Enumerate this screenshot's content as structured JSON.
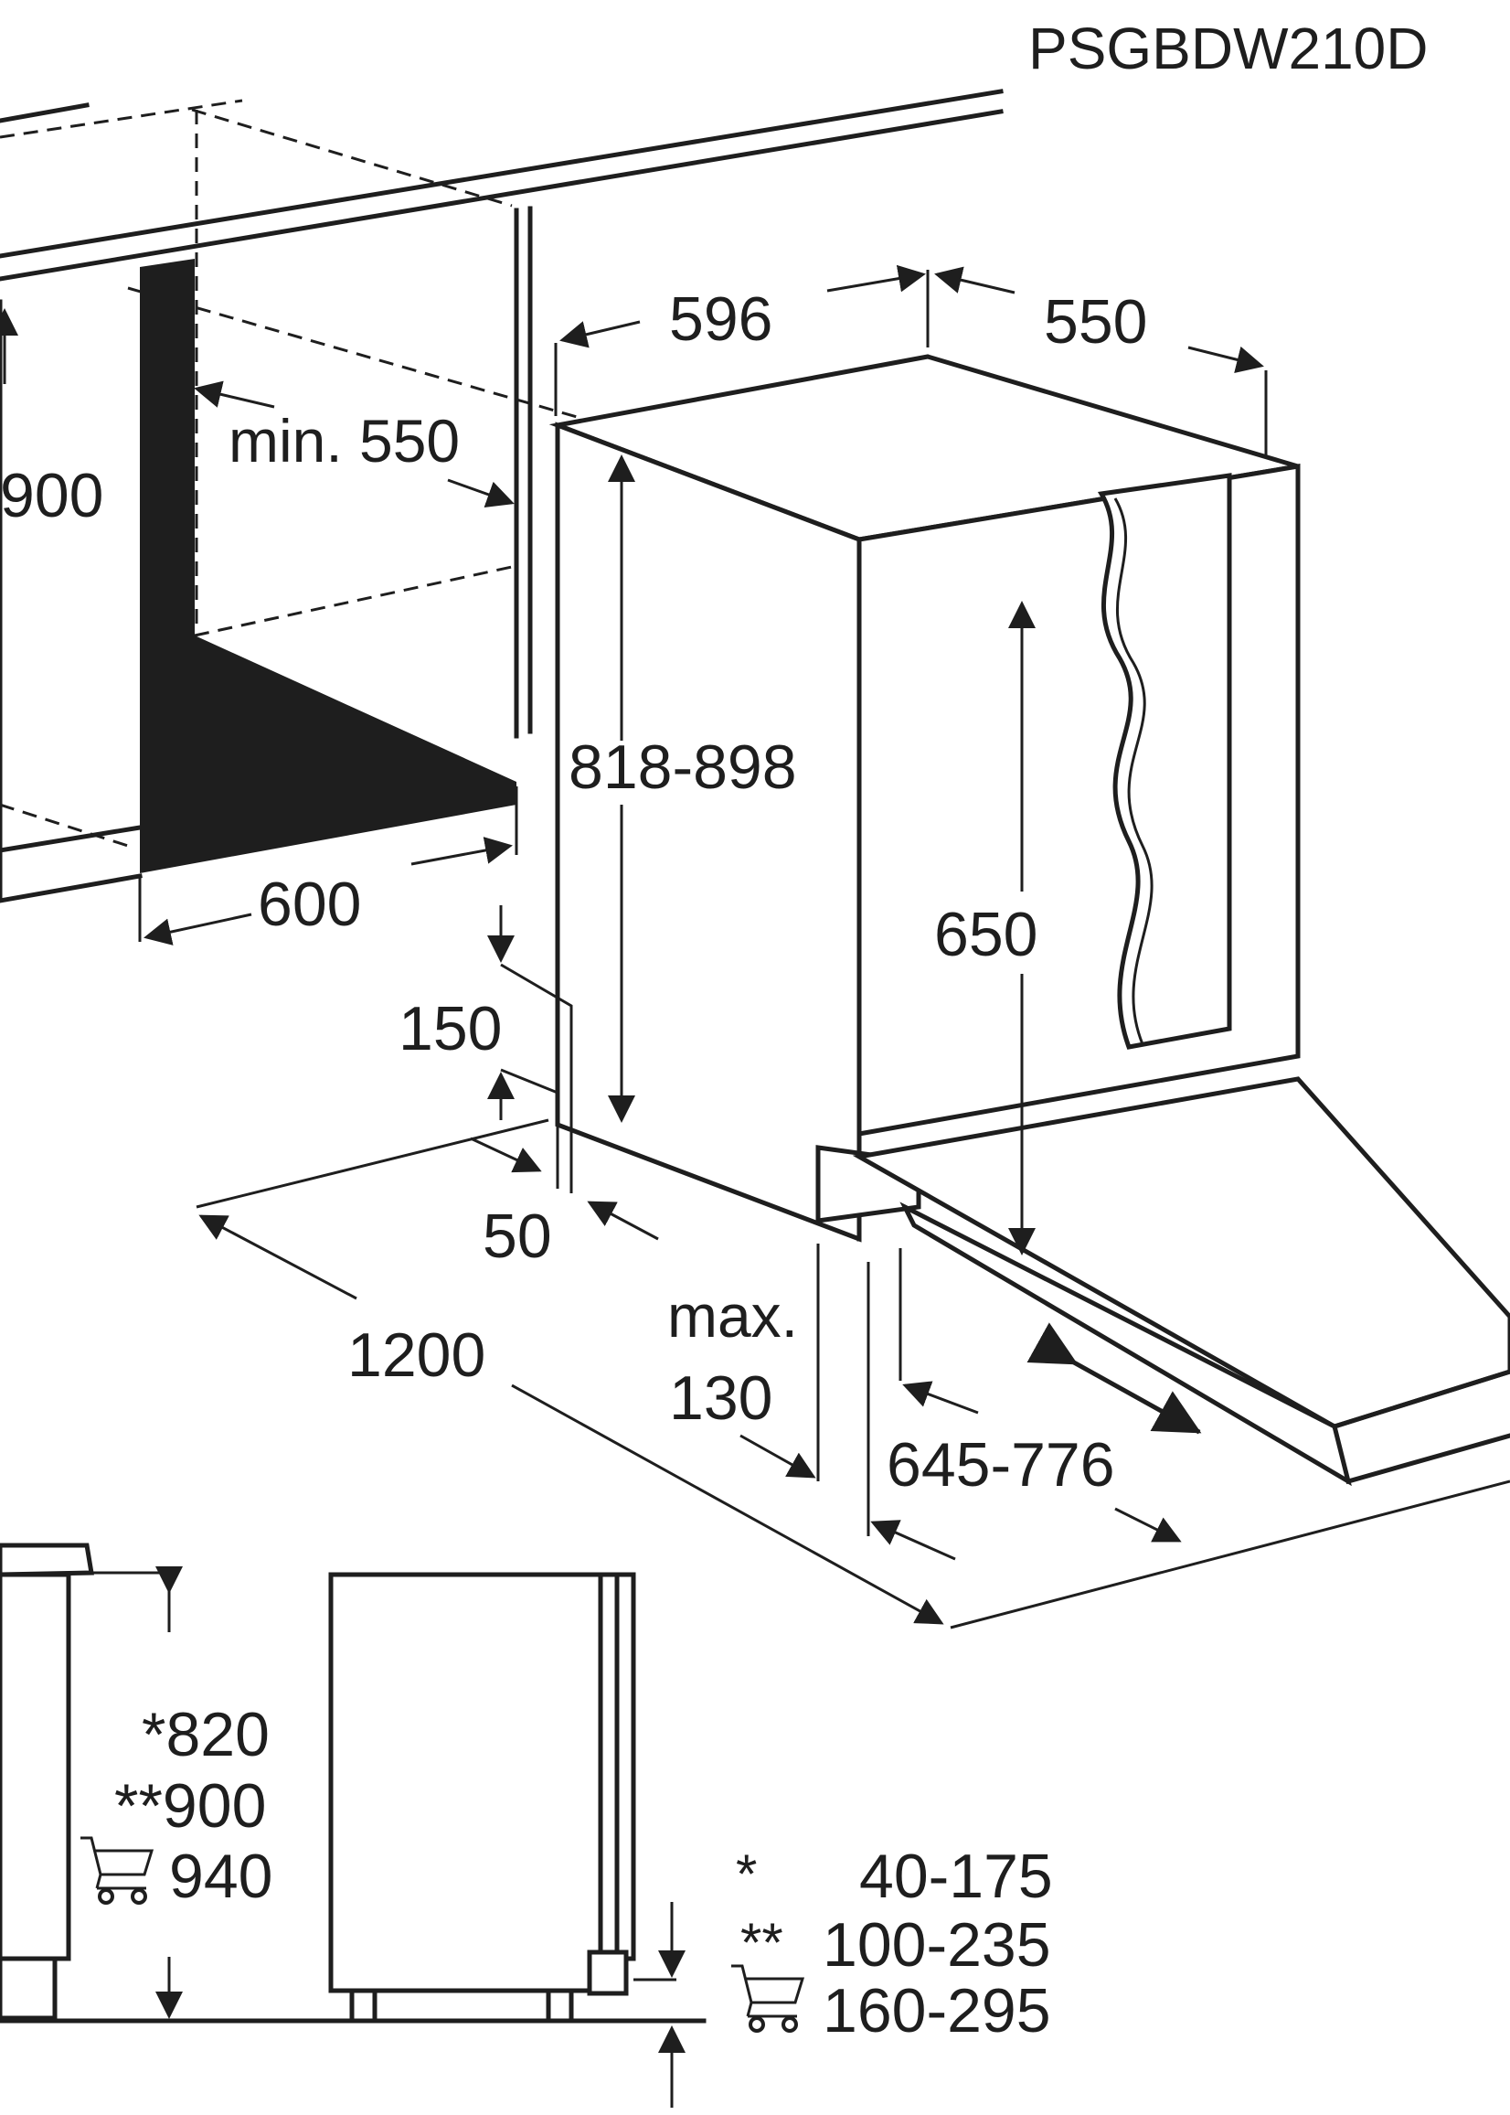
{
  "model": "PSGBDW210D",
  "top_view": {
    "dim_width": "596",
    "dim_depth": "550",
    "dim_niche_depth": "min. 550",
    "dim_cabinet_height": "900",
    "dim_niche_width": "600",
    "dim_height_range": "818-898",
    "dim_inner_height": "650",
    "dim_plinth": "150",
    "dim_plinth_gap": "50",
    "dim_total_depth": "1200",
    "dim_max_label": "max.",
    "dim_max_value": "130",
    "dim_door_range": "645-776"
  },
  "side_view": {
    "height_1": "*820",
    "height_2": "**900",
    "height_3": "940",
    "plinth_1_mark": "*",
    "plinth_1": "40-175",
    "plinth_2_mark": "**",
    "plinth_2": "100-235",
    "plinth_3": "160-295"
  },
  "icons": [
    "cart-icon"
  ]
}
